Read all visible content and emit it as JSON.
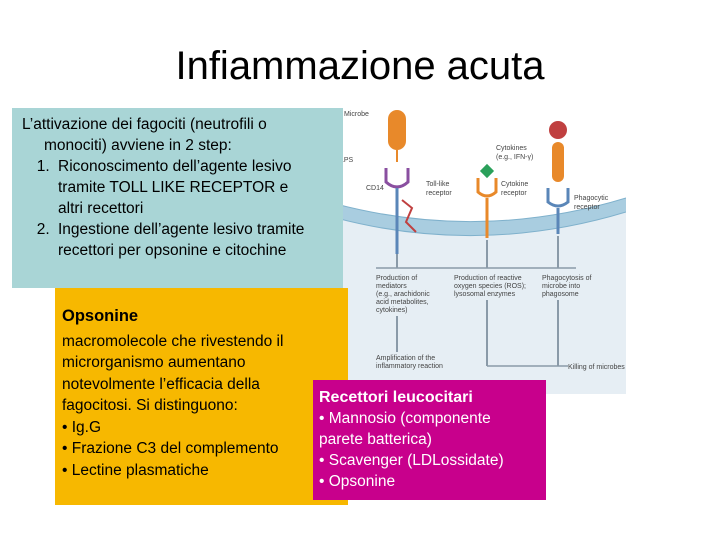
{
  "slide": {
    "title": "Infiammazione acuta"
  },
  "intro_box": {
    "line1": "L’attivazione dei fagociti (neutrofili o",
    "line2": "monociti) avviene in 2 step:",
    "steps": [
      {
        "line1": "Riconoscimento dell’agente lesivo",
        "line2": "tramite TOLL LIKE RECEPTOR e",
        "line3": "altri recettori"
      },
      {
        "line1": "Ingestione dell’agente lesivo tramite",
        "line2": "recettori per opsonine e citochine"
      }
    ]
  },
  "opsonine_box": {
    "heading": "Opsonine",
    "lines": [
      "macromolecole che rivestendo il",
      "microrganismo aumentano",
      "notevolmente l’efficacia della",
      "fagocitosi. Si distinguono:",
      "• Ig.G",
      "• Frazione C3 del complemento",
      "• Lectine plasmatiche"
    ]
  },
  "recettori_box": {
    "heading": "Recettori leucocitari",
    "lines": [
      "• Mannosio (componente",
      "parete batterica)",
      "• Scavenger (LDLossidate)",
      "• Opsonine"
    ]
  },
  "diagram": {
    "labels": {
      "microbe": "Microbe",
      "lps": "LPS",
      "cd14": "CD14",
      "cytokines1": "Cytokines",
      "cytokines2": "(e.g., IFN-γ)",
      "tlr1": "Toll-like",
      "tlr2": "receptor",
      "cyto_rec1": "Cytokine",
      "cyto_rec2": "receptor",
      "phago1": "Phagocytic",
      "phago2": "receptor",
      "prod_med1": "Production of",
      "prod_med2": "mediators",
      "prod_med3": "(e.g., arachidonic",
      "prod_med4": "acid metabolites,",
      "prod_med5": "cytokines)",
      "ros1": "Production of reactive",
      "ros2": "oxygen species (ROS);",
      "ros3": "lysosomal enzymes",
      "phagocytosis1": "Phagocytosis of",
      "phagocytosis2": "microbe into",
      "phagocytosis3": "phagosome",
      "amp1": "Amplification of the",
      "amp2": "inflammatory reaction",
      "killing": "Killing of microbes"
    },
    "colors": {
      "membrane": "#a9cde0",
      "receptor_orange": "#e8892a",
      "receptor_blue": "#5a86b8",
      "receptor_purple": "#8a4fa0",
      "arrow": "#8a9aa8",
      "cytokine": "#2aa05a"
    }
  }
}
